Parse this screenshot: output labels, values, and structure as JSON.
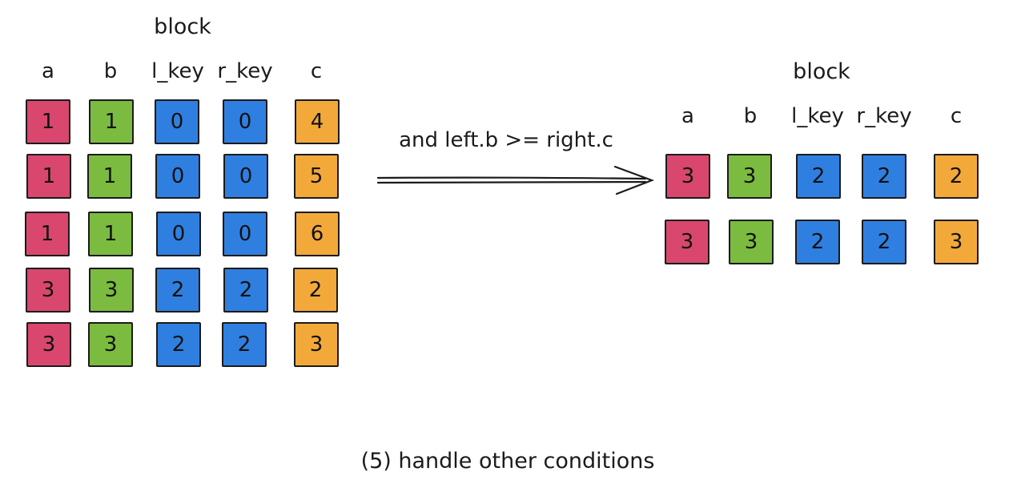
{
  "colors": {
    "a": "#d9476e",
    "b": "#7bbb3f",
    "l_key": "#2f7fe0",
    "r_key": "#2f7fe0",
    "c": "#f3a93a",
    "ink": "#1b1b1b"
  },
  "left_block": {
    "title": "block",
    "columns": [
      {
        "key": "a",
        "label": "a"
      },
      {
        "key": "b",
        "label": "b"
      },
      {
        "key": "l_key",
        "label": "l_key"
      },
      {
        "key": "r_key",
        "label": "r_key"
      },
      {
        "key": "c",
        "label": "c"
      }
    ],
    "rows": [
      [
        "1",
        "1",
        "0",
        "0",
        "4"
      ],
      [
        "1",
        "1",
        "0",
        "0",
        "5"
      ],
      [
        "1",
        "1",
        "0",
        "0",
        "6"
      ],
      [
        "3",
        "3",
        "2",
        "2",
        "2"
      ],
      [
        "3",
        "3",
        "2",
        "2",
        "3"
      ]
    ]
  },
  "right_block": {
    "title": "block",
    "columns": [
      {
        "key": "a",
        "label": "a"
      },
      {
        "key": "b",
        "label": "b"
      },
      {
        "key": "l_key",
        "label": "l_key"
      },
      {
        "key": "r_key",
        "label": "r_key"
      },
      {
        "key": "c",
        "label": "c"
      }
    ],
    "rows": [
      [
        "3",
        "3",
        "2",
        "2",
        "2"
      ],
      [
        "3",
        "3",
        "2",
        "2",
        "3"
      ]
    ]
  },
  "arrow": {
    "label": "and left.b >= right.c"
  },
  "caption": "(5) handle other conditions"
}
